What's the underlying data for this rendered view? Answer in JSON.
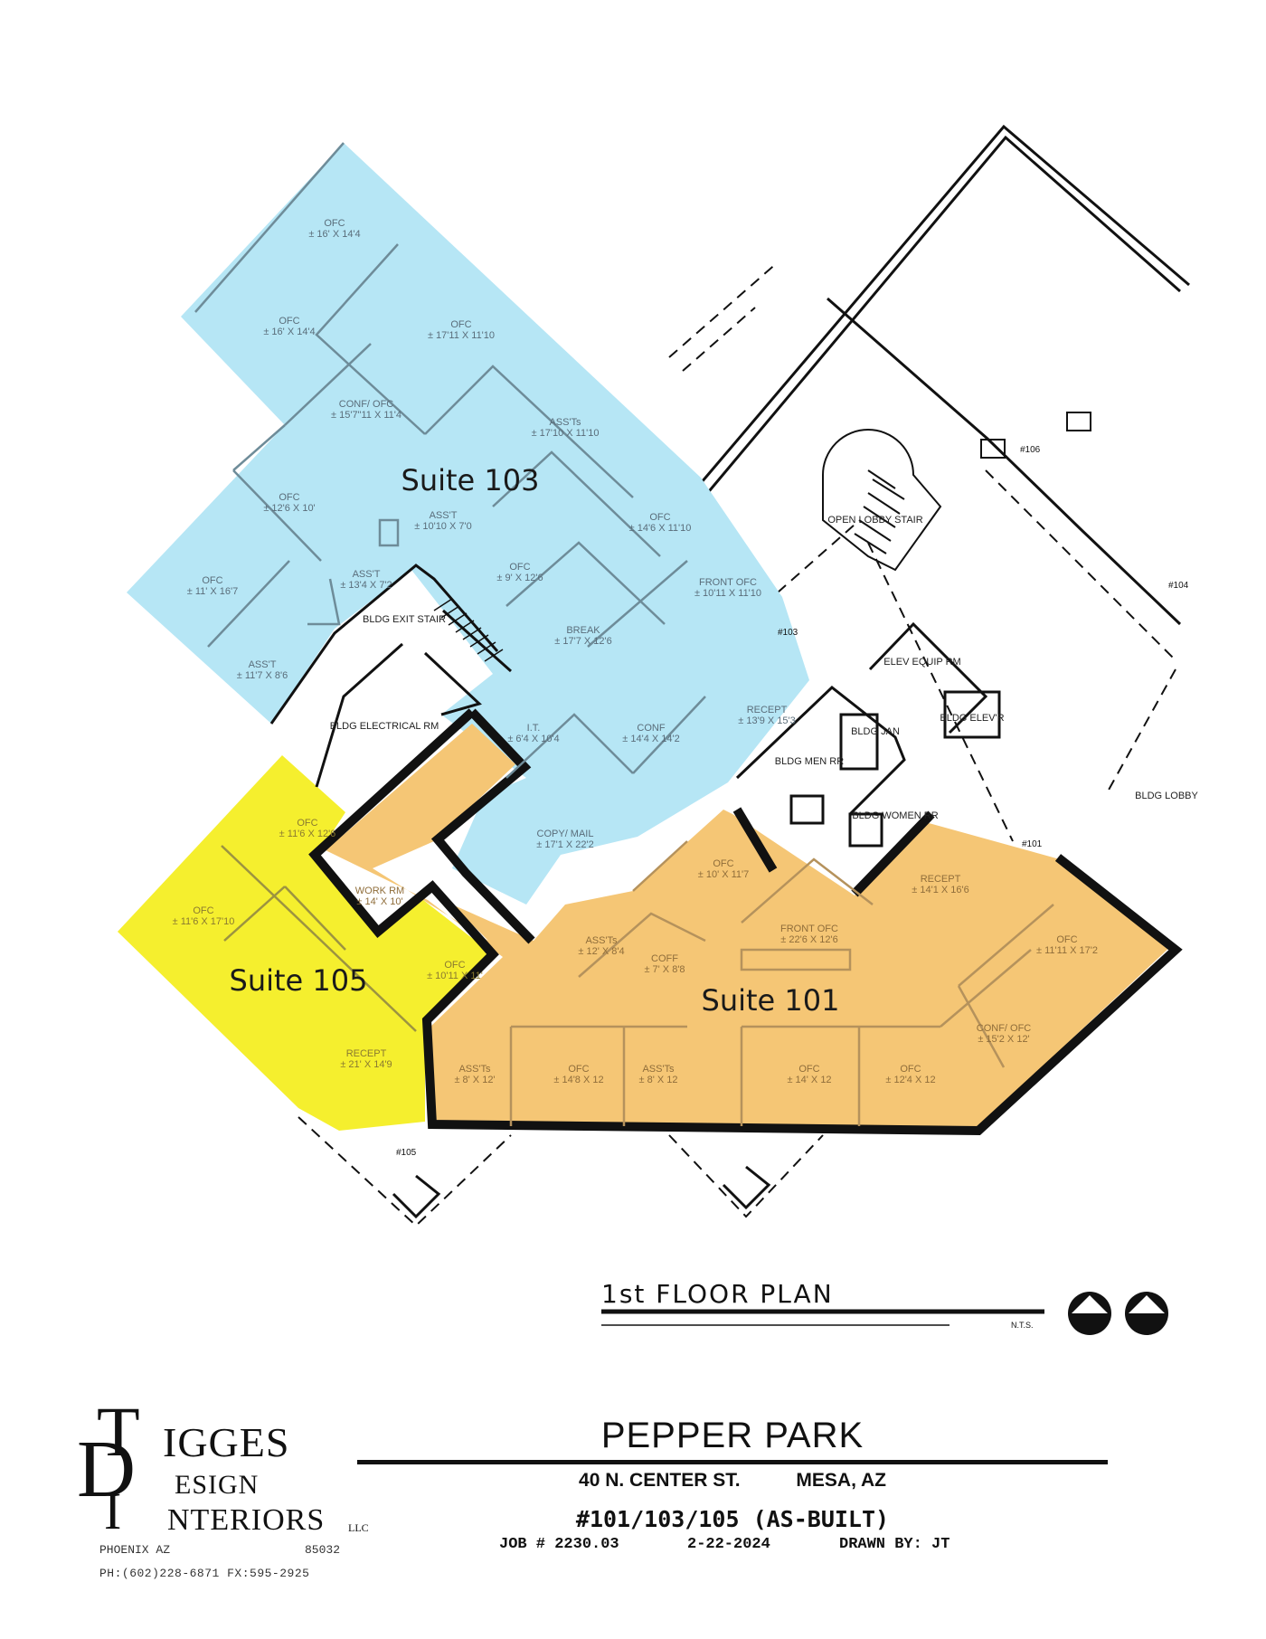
{
  "plan": {
    "title": "1st FLOOR PLAN",
    "scale_note": "N.T.S.",
    "colors": {
      "suite_103": "#b6e6f5",
      "suite_105": "#f5ef2e",
      "suite_101": "#f5c675",
      "wall": "#111111"
    },
    "suites": {
      "s103": "Suite 103",
      "s105": "Suite 105",
      "s101": "Suite 101"
    },
    "rooms_103": [
      {
        "name": "OFC",
        "size": "± 16' X 14'4"
      },
      {
        "name": "OFC",
        "size": "± 16' X 14'4"
      },
      {
        "name": "OFC",
        "size": "± 17'11 X 11'10"
      },
      {
        "name": "CONF/ OFC",
        "size": "± 15'7\"11 X 11'4"
      },
      {
        "name": "ASS'Ts",
        "size": "± 17'10 X 11'10"
      },
      {
        "name": "OFC",
        "size": "± 12'6 X 10'"
      },
      {
        "name": "ASS'T",
        "size": "± 10'10 X 7'0"
      },
      {
        "name": "OFC",
        "size": "± 14'6 X 11'10"
      },
      {
        "name": "OFC",
        "size": "± 11' X 16'7"
      },
      {
        "name": "ASS'T",
        "size": "± 13'4 X 7'2"
      },
      {
        "name": "OFC",
        "size": "± 9' X 12'6"
      },
      {
        "name": "FRONT OFC",
        "size": "± 10'11 X 11'10"
      },
      {
        "name": "ASS'T",
        "size": "± 11'7 X 8'6"
      },
      {
        "name": "BREAK",
        "size": "± 17'7 X 12'6"
      },
      {
        "name": "I.T.",
        "size": "± 6'4 X 10'4"
      },
      {
        "name": "CONF",
        "size": "± 14'4 X 14'2"
      },
      {
        "name": "RECEPT",
        "size": "± 13'9 X 15'3"
      },
      {
        "name": "COPY/ MAIL",
        "size": "± 17'1 X 22'2"
      }
    ],
    "rooms_105": [
      {
        "name": "OFC",
        "size": "± 11'6 X 12'6"
      },
      {
        "name": "OFC",
        "size": "± 11'6 X 17'10"
      },
      {
        "name": "OFC",
        "size": "± 10'11 X 11'"
      },
      {
        "name": "RECEPT",
        "size": "± 21' X 14'9"
      }
    ],
    "rooms_101": [
      {
        "name": "WORK RM",
        "size": "± 14' X 10'"
      },
      {
        "name": "OFC",
        "size": "± 10' X 11'7"
      },
      {
        "name": "RECEPT",
        "size": "± 14'1 X 16'6"
      },
      {
        "name": "FRONT OFC",
        "size": "± 22'6 X 12'6"
      },
      {
        "name": "ASS'Ts",
        "size": "± 12' X 8'4"
      },
      {
        "name": "COFF",
        "size": "± 7' X 8'8"
      },
      {
        "name": "OFC",
        "size": "± 11'11 X 17'2"
      },
      {
        "name": "CONF/ OFC",
        "size": "± 15'2 X 12'"
      },
      {
        "name": "ASS'Ts",
        "size": "± 8' X 12'"
      },
      {
        "name": "OFC",
        "size": "± 14'8 X 12"
      },
      {
        "name": "ASS'Ts",
        "size": "± 8' X 12"
      },
      {
        "name": "OFC",
        "size": "± 14' X 12"
      },
      {
        "name": "OFC",
        "size": "± 12'4 X 12"
      }
    ],
    "building_labels": {
      "exit_stair": "BLDG EXIT STAIR",
      "electrical": "BLDG ELECTRICAL RM",
      "open_lobby_stair": "OPEN LOBBY STAIR",
      "elev_equip": "ELEV EQUIP RM",
      "elevator": "BLDG ELEV'R",
      "janitor": "BLDG JAN",
      "mens_rr": "BLDG MEN RR",
      "womens_rr": "BLDG WOMEN RR",
      "lobby": "BLDG LOBBY"
    },
    "tags": {
      "t106": "#106",
      "t103": "#103",
      "t101": "#101",
      "t105": "#105",
      "t104": "#104"
    }
  },
  "company": {
    "logo_t": "T",
    "logo_d": "D",
    "logo_i": "I",
    "line1": "IGGES",
    "line2": "ESIGN",
    "line3": "NTERIORS",
    "llc": "LLC",
    "city": "PHOENIX AZ",
    "zip": "85032",
    "phone": "PH:(602)228-6871  FX:595-2925"
  },
  "project": {
    "name": "PEPPER PARK",
    "street": "40 N. CENTER ST.",
    "city": "MESA, AZ",
    "units": "#101/103/105 (AS-BUILT)",
    "job": "JOB # 2230.03",
    "date": "2-22-2024",
    "drawn_by": "DRAWN BY: JT"
  }
}
